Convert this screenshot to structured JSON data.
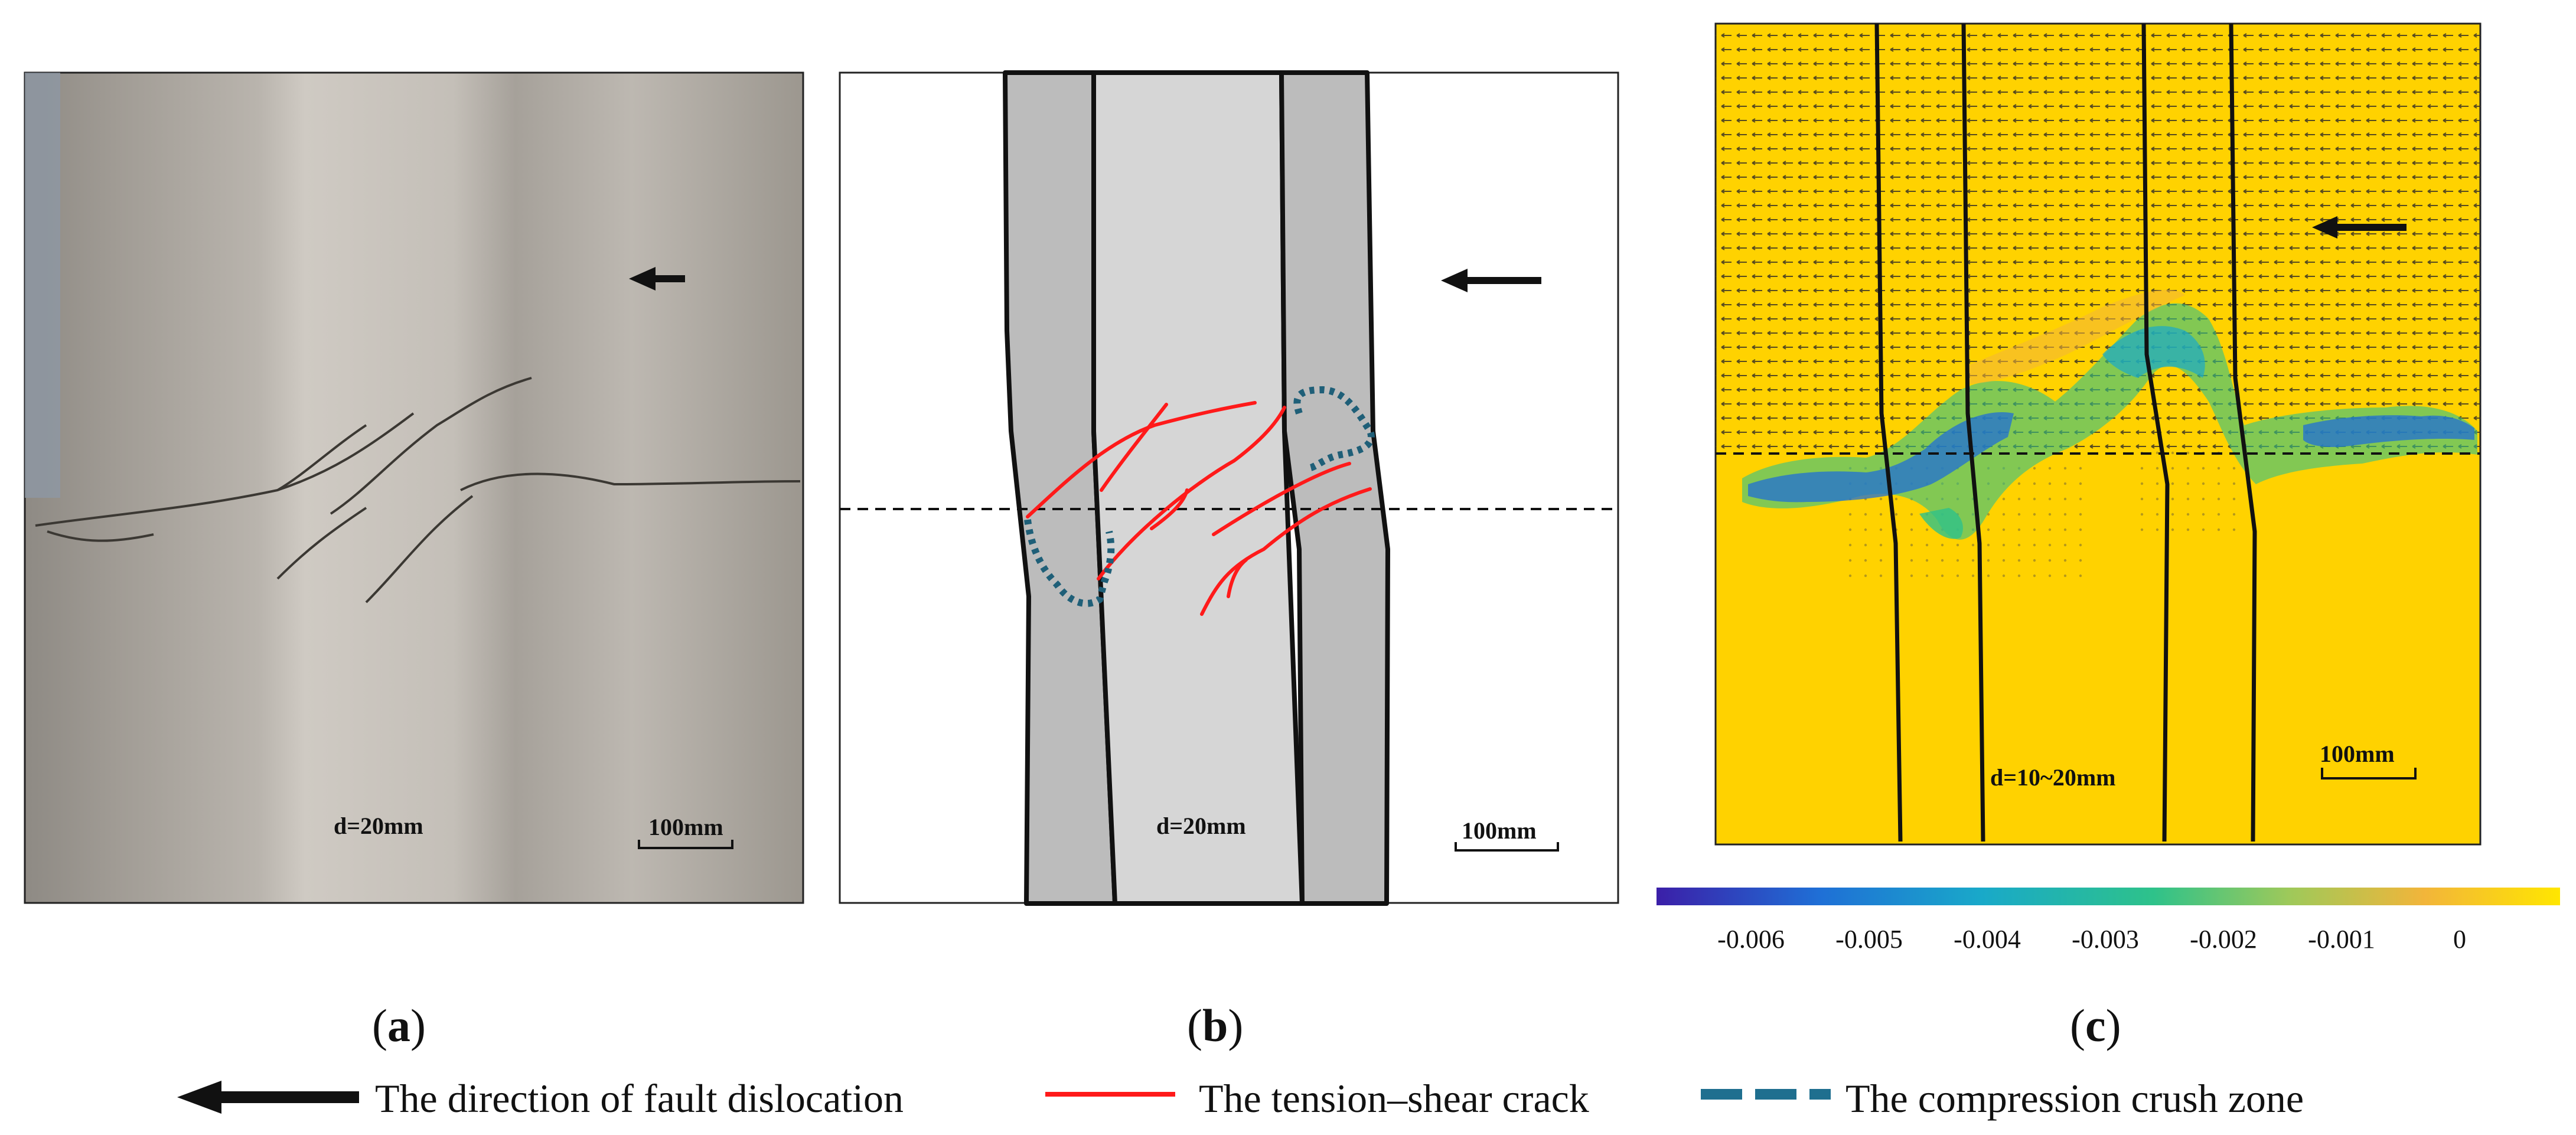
{
  "panels": {
    "a": {
      "label": "(a)",
      "label_letter": "a",
      "d_label": "d=20mm",
      "scale_label": "100mm",
      "arrow": "left-arrow"
    },
    "b": {
      "label": "(b)",
      "label_letter": "b",
      "d_label": "d=20mm",
      "scale_label": "100mm",
      "arrow": "left-arrow"
    },
    "c": {
      "label": "(c)",
      "label_letter": "c",
      "d_label": "d=10~20mm",
      "scale_label": "100mm",
      "arrow": "left-arrow",
      "colorbar": {
        "ticks": [
          "-0.006",
          "-0.005",
          "-0.004",
          "-0.003",
          "-0.002",
          "-0.001",
          "0"
        ],
        "colors": [
          "#3b1fa8",
          "#1f6fd6",
          "#19a9c9",
          "#2ec28a",
          "#9ec95a",
          "#f2b53a",
          "#ffd700"
        ]
      }
    }
  },
  "legend": [
    {
      "label": "The direction of fault dislocation",
      "symbol": "black-arrow",
      "color": "#000000"
    },
    {
      "label": "The tension–shear crack",
      "symbol": "red-line",
      "color": "#ff1a1a"
    },
    {
      "label": "The compression crush zone",
      "symbol": "dashed-line",
      "color": "#1f6f8f"
    }
  ],
  "colors": {
    "crack": "#ff1a1a",
    "crush_zone": "#1f5f78",
    "contour_base": "#ffd200"
  }
}
